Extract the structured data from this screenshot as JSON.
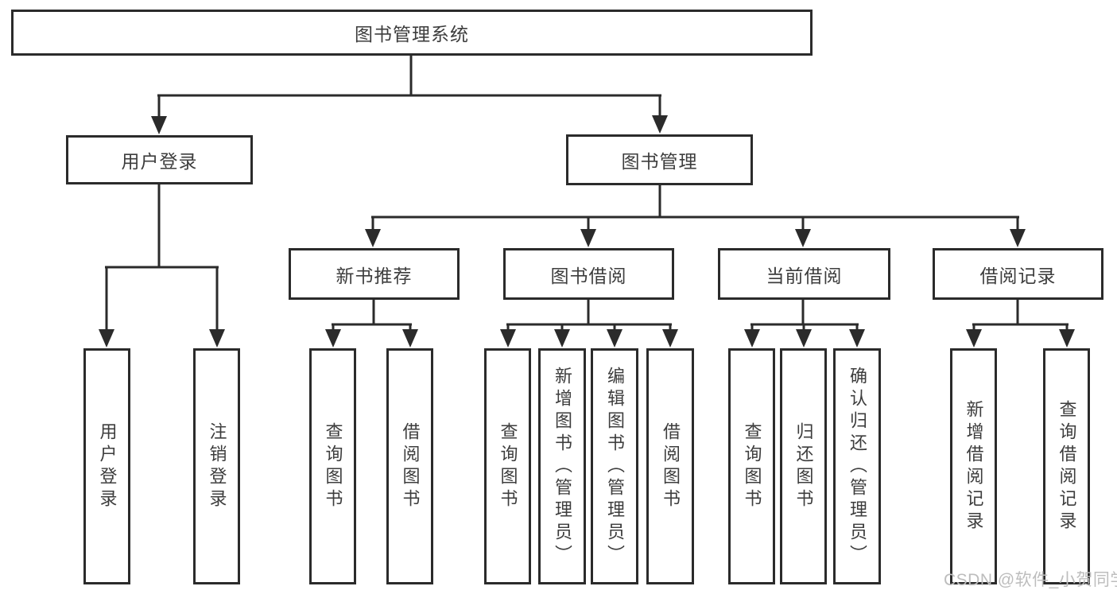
{
  "diagram": {
    "type": "tree",
    "root": {
      "label": "图书管理系统"
    },
    "branches": [
      {
        "label": "用户登录",
        "children": [
          {
            "label": "用户登录"
          },
          {
            "label": "注销登录"
          }
        ]
      },
      {
        "label": "图书管理",
        "children": [
          {
            "label": "新书推荐",
            "children": [
              {
                "label": "查询图书"
              },
              {
                "label": "借阅图书"
              }
            ]
          },
          {
            "label": "图书借阅",
            "children": [
              {
                "label": "查询图书"
              },
              {
                "label": "新增图书（管理员）"
              },
              {
                "label": "编辑图书（管理员）"
              },
              {
                "label": "借阅图书"
              }
            ]
          },
          {
            "label": "当前借阅",
            "children": [
              {
                "label": "查询图书"
              },
              {
                "label": "归还图书"
              },
              {
                "label": "确认归还（管理员）"
              }
            ]
          },
          {
            "label": "借阅记录",
            "children": [
              {
                "label": "新增借阅记录"
              },
              {
                "label": "查询借阅记录"
              }
            ]
          }
        ]
      }
    ]
  },
  "watermark": {
    "text": "CSDN @软件_小贺同学"
  },
  "colors": {
    "line": "#2b2b2b",
    "box_border": "#2b2b2b",
    "text": "#3d3d3d",
    "watermark": "#bdbdbd",
    "background": "#ffffff"
  }
}
